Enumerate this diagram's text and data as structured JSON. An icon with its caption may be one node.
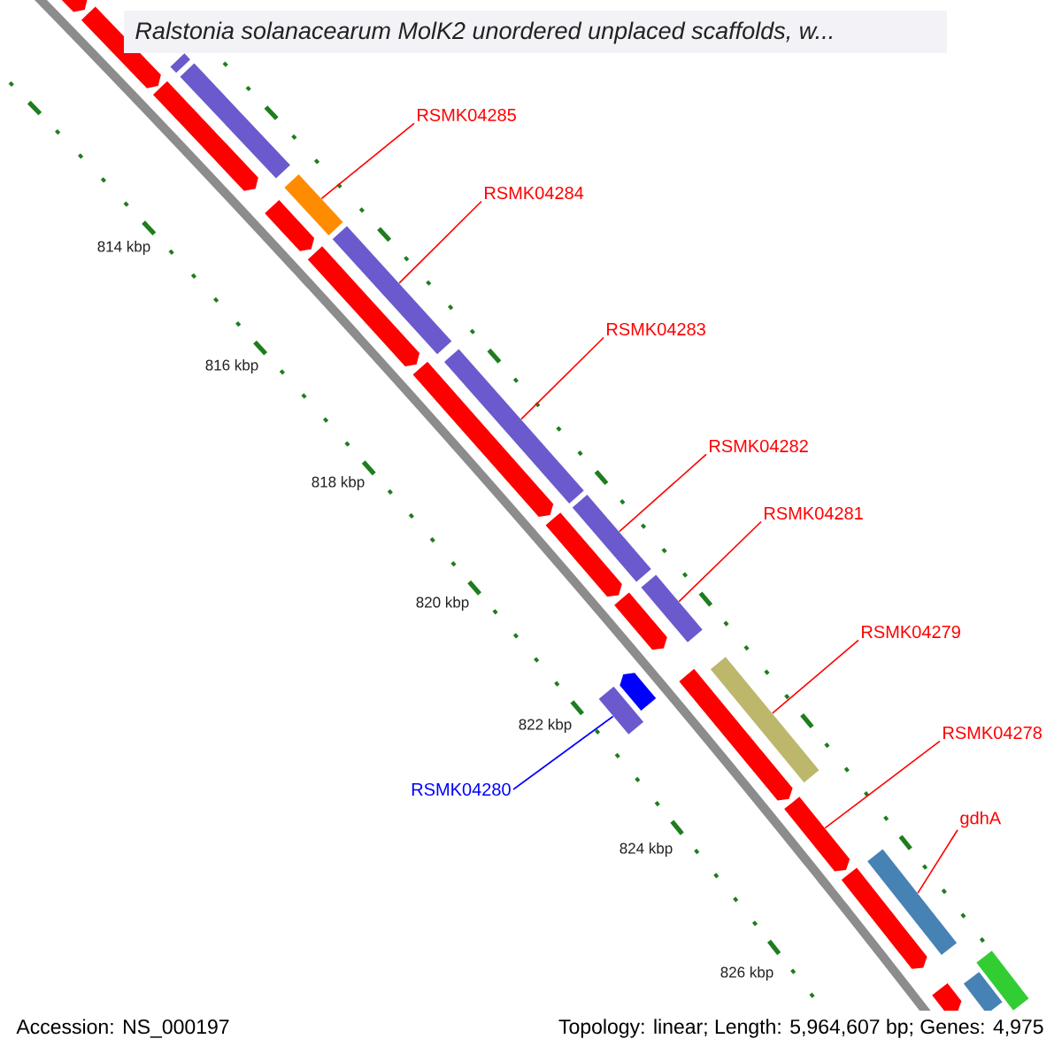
{
  "diagram": {
    "title": "Ralstonia solanacearum MolK2 unordered unplaced scaffolds, w...",
    "nodes": [
      {
        "text": [
          "RSMK04285"
        ]
      },
      {
        "text": [
          "RSMK04284"
        ]
      },
      {
        "text": [
          "RSMK04283"
        ]
      },
      {
        "text": [
          "RSMK04282"
        ]
      },
      {
        "text": [
          "RSMK04281"
        ]
      },
      {
        "text": [
          "RSMK04279"
        ]
      },
      {
        "text": [
          "RSMK04278"
        ]
      },
      {
        "text": [
          "gdhA"
        ]
      },
      {
        "text": [
          "RSMK04280"
        ]
      },
      {
        "text": [],
        "shape": "arrow"
      },
      {
        "text": [],
        "shape": "arrow"
      },
      {
        "text": [],
        "shape": "arrow"
      },
      {
        "text": [],
        "shape": "arrow"
      },
      {
        "text": [],
        "shape": "arrow"
      },
      {
        "text": [],
        "shape": "arrow"
      },
      {
        "text": [],
        "shape": "arrow"
      },
      {
        "text": [],
        "shape": "arrow"
      },
      {
        "text": [],
        "shape": "arrow"
      },
      {
        "text": [],
        "shape": "arrow"
      },
      {
        "text": [],
        "shape": "arrow"
      },
      {
        "text": [],
        "shape": "arrow"
      },
      {
        "text": [],
        "shape": "bar"
      },
      {
        "text": [],
        "shape": "bar"
      },
      {
        "text": [],
        "shape": "bar"
      },
      {
        "text": [],
        "shape": "bar"
      },
      {
        "text": [],
        "shape": "bar"
      },
      {
        "text": [],
        "shape": "bar"
      },
      {
        "text": [],
        "shape": "bar"
      },
      {
        "text": [],
        "shape": "bar"
      },
      {
        "text": [],
        "shape": "bar"
      },
      {
        "text": [],
        "shape": "bar"
      },
      {
        "text": [],
        "shape": "bar"
      },
      {
        "text": [],
        "shape": "bar"
      },
      {
        "text": [],
        "shape": "pentagon"
      }
    ],
    "edges": [
      {
        "from": 0,
        "to": 23,
        "arrow": "none"
      },
      {
        "from": 1,
        "to": 24,
        "arrow": "none"
      },
      {
        "from": 2,
        "to": 25,
        "arrow": "none"
      },
      {
        "from": 3,
        "to": 26,
        "arrow": "none"
      },
      {
        "from": 4,
        "to": 27,
        "arrow": "none"
      },
      {
        "from": 5,
        "to": 28,
        "arrow": "none"
      },
      {
        "from": 6,
        "to": 18,
        "arrow": "none"
      },
      {
        "from": 7,
        "to": 29,
        "arrow": "none"
      },
      {
        "from": 8,
        "to": 32,
        "arrow": "none",
        "color": "#0000ff"
      }
    ],
    "labels": [
      "814 kbp",
      "816 kbp",
      "818 kbp",
      "820 kbp",
      "822 kbp",
      "824 kbp",
      "826 kbp",
      "Accession: NS_000197",
      "Topology: linear; Length: 5,964,607 bp; Genes: 4,975"
    ]
  }
}
